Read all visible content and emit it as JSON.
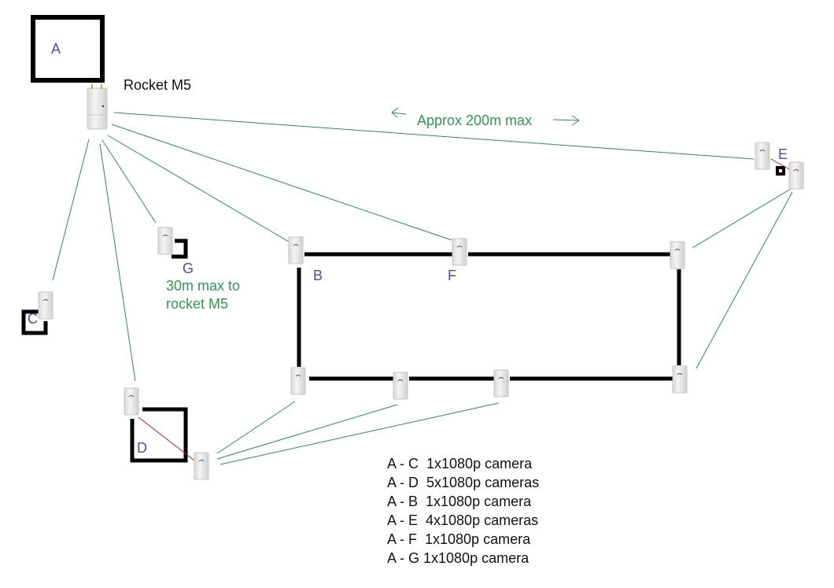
{
  "title": "Rocket M5 wireless camera network layout",
  "labels": {
    "A": "A",
    "B": "B",
    "C": "C",
    "D": "D",
    "E": "E",
    "F": "F",
    "G": "G",
    "rocket": "Rocket M5",
    "range_note": "Approx 200m max",
    "g_note_line1": "30m max to",
    "g_note_line2": "rocket M5"
  },
  "legend": [
    "A - C  1x1080p camera",
    "A - D  5x1080p cameras",
    "A - B  1x1080p camera",
    "A - E  4x1080p cameras",
    "A - F  1x1080p camera",
    "A - G 1x1080p camera"
  ],
  "colors": {
    "link": "#2e8b57",
    "label_blue": "#4a4ab0",
    "note_green": "#2e9a4e",
    "wall": "#000000",
    "cable_red": "#b22222"
  }
}
